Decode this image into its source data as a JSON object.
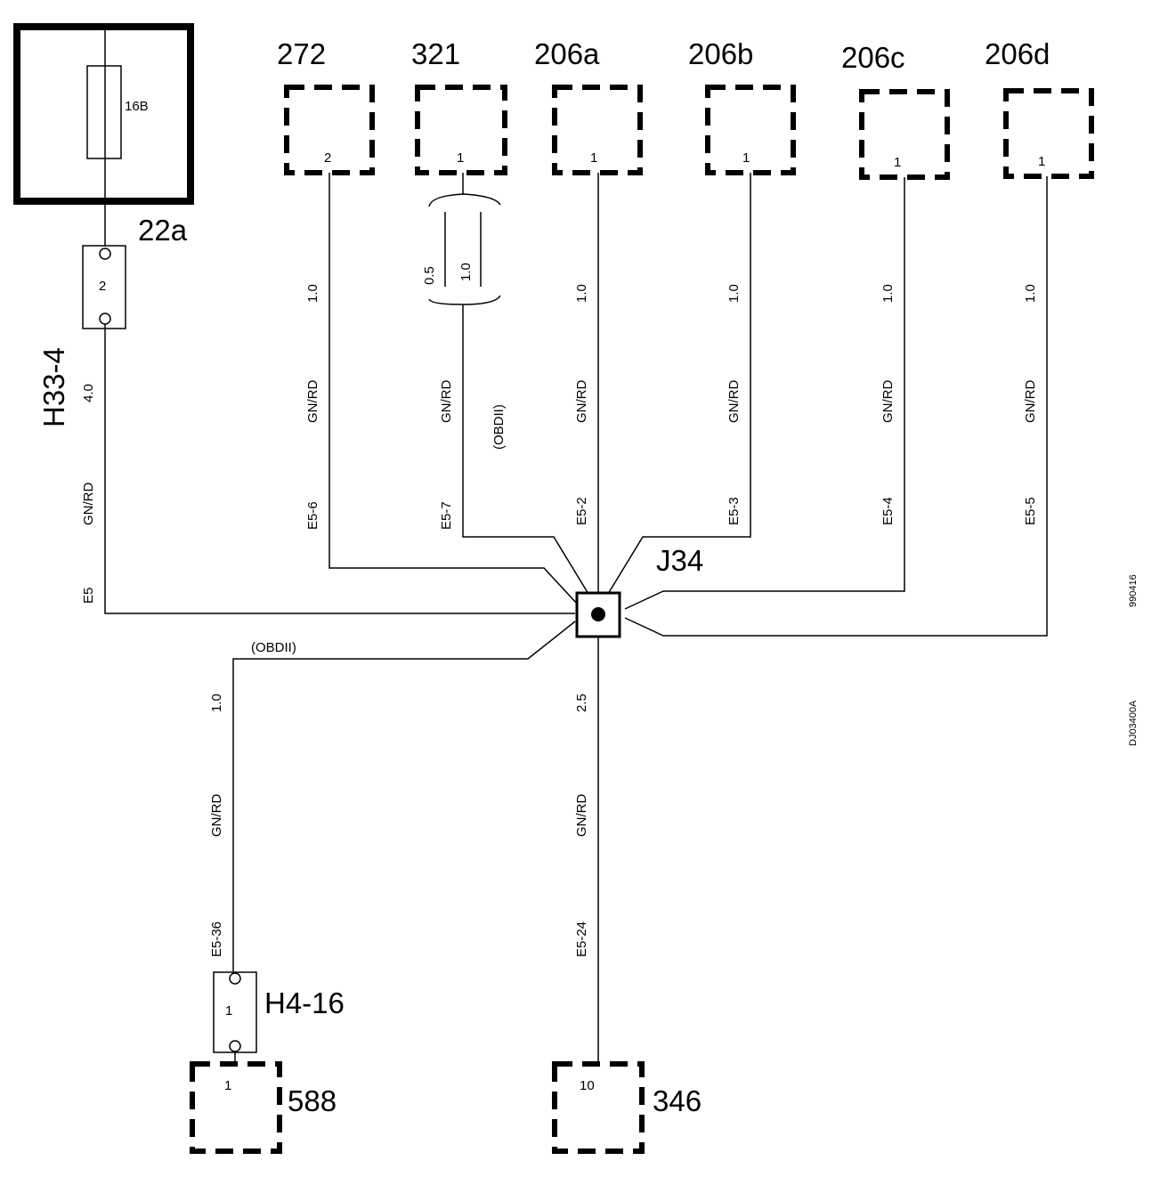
{
  "fuse_box": {
    "fuse_label": "16B",
    "name": "22a"
  },
  "connector_h33": {
    "name": "H33-4",
    "pin": "2"
  },
  "connector_h4": {
    "name": "H4-16",
    "pin": "1"
  },
  "junction": {
    "name": "J34"
  },
  "top_components": [
    {
      "id": "272",
      "pin": "2"
    },
    {
      "id": "321",
      "pin": "1"
    },
    {
      "id": "206a",
      "pin": "1"
    },
    {
      "id": "206b",
      "pin": "1"
    },
    {
      "id": "206c",
      "pin": "1"
    },
    {
      "id": "206d",
      "pin": "1"
    }
  ],
  "bottom_components": [
    {
      "id": "588",
      "pin": "1"
    },
    {
      "id": "346",
      "pin": "10"
    }
  ],
  "wires": {
    "e5": {
      "size": "4.0",
      "color": "GN/RD",
      "code": "E5"
    },
    "w272": {
      "size": "1.0",
      "color": "GN/RD",
      "code": "E5-6"
    },
    "w321": {
      "size_a": "0.5",
      "size_b": "1.0",
      "color": "GN/RD",
      "code": "E5-7",
      "note": "(OBDII)"
    },
    "w206a": {
      "size": "1.0",
      "color": "GN/RD",
      "code": "E5-2"
    },
    "w206b": {
      "size": "1.0",
      "color": "GN/RD",
      "code": "E5-3"
    },
    "w206c": {
      "size": "1.0",
      "color": "GN/RD",
      "code": "E5-4"
    },
    "w206d": {
      "size": "1.0",
      "color": "GN/RD",
      "code": "E5-5"
    },
    "w588": {
      "size": "1.0",
      "color": "GN/RD",
      "code": "E5-36",
      "note": "(OBDII)"
    },
    "w346": {
      "size": "2.5",
      "color": "GN/RD",
      "code": "E5-24"
    }
  },
  "margin_codes": {
    "date": "990416",
    "drawing": "DJ03400A"
  }
}
